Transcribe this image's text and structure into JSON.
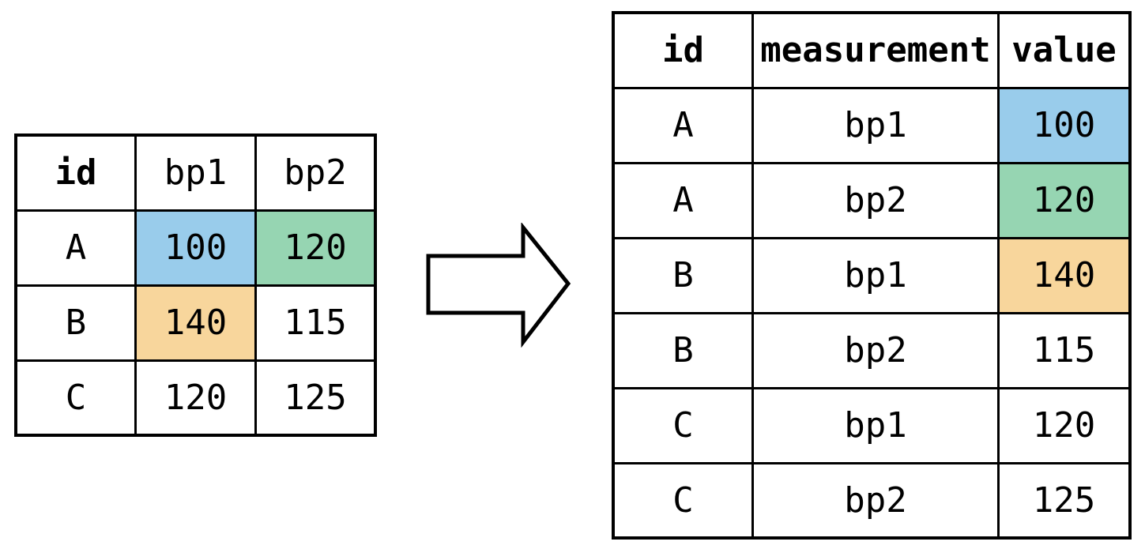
{
  "colors": {
    "highlight_blue": "#99CCEB",
    "highlight_green": "#96D5B2",
    "highlight_orange": "#F8D69C",
    "border": "#000000",
    "background": "#FFFFFF"
  },
  "wide_table": {
    "columns": [
      "id",
      "bp1",
      "bp2"
    ],
    "rows": [
      [
        {
          "text": "A"
        },
        {
          "text": "100",
          "bg": "#99CCEB"
        },
        {
          "text": "120",
          "bg": "#96D5B2"
        }
      ],
      [
        {
          "text": "B"
        },
        {
          "text": "140",
          "bg": "#F8D69C"
        },
        {
          "text": "115"
        }
      ],
      [
        {
          "text": "C"
        },
        {
          "text": "120"
        },
        {
          "text": "125"
        }
      ]
    ]
  },
  "long_table": {
    "columns": [
      "id",
      "measurement",
      "value"
    ],
    "rows": [
      [
        {
          "text": "A"
        },
        {
          "text": "bp1"
        },
        {
          "text": "100",
          "bg": "#99CCEB"
        }
      ],
      [
        {
          "text": "A"
        },
        {
          "text": "bp2"
        },
        {
          "text": "120",
          "bg": "#96D5B2"
        }
      ],
      [
        {
          "text": "B"
        },
        {
          "text": "bp1"
        },
        {
          "text": "140",
          "bg": "#F8D69C"
        }
      ],
      [
        {
          "text": "B"
        },
        {
          "text": "bp2"
        },
        {
          "text": "115"
        }
      ],
      [
        {
          "text": "C"
        },
        {
          "text": "bp1"
        },
        {
          "text": "120"
        }
      ],
      [
        {
          "text": "C"
        },
        {
          "text": "bp2"
        },
        {
          "text": "125"
        }
      ]
    ]
  },
  "arrow": {
    "icon": "block-arrow-right"
  }
}
